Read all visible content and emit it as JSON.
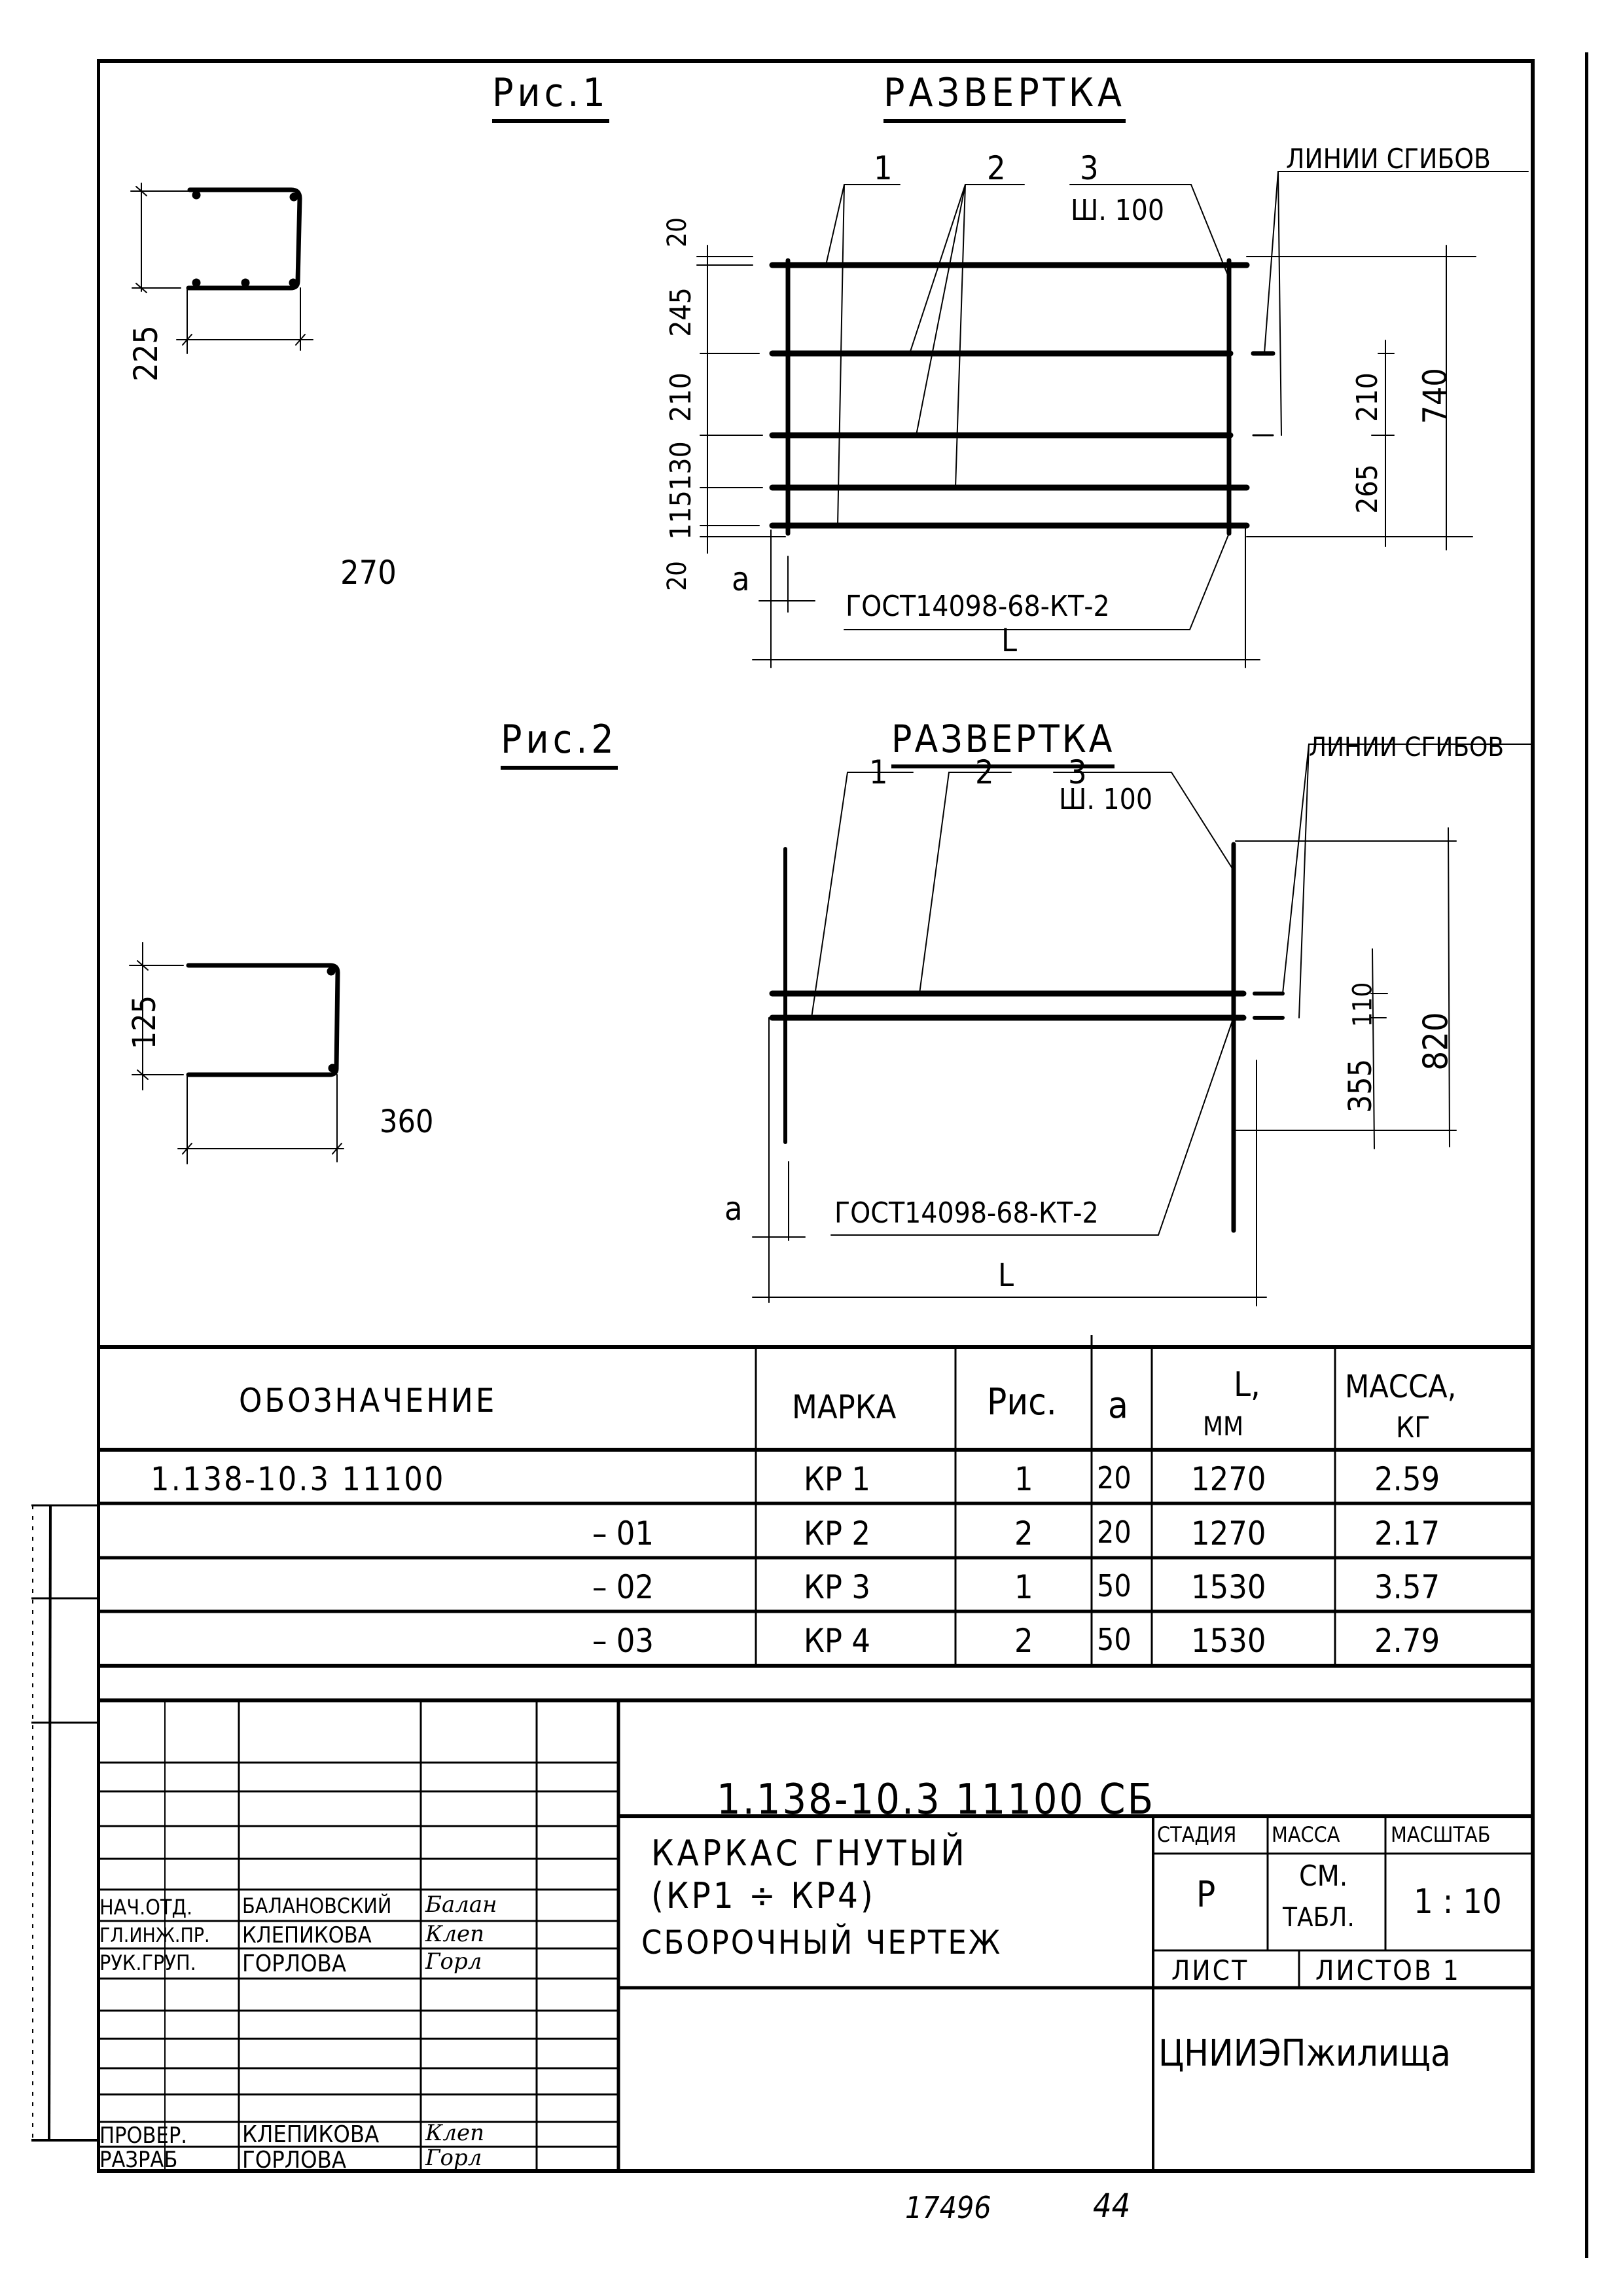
{
  "figure1": {
    "title": "Рис.1",
    "section_dims": {
      "height": "225",
      "width": "270"
    },
    "unfold": {
      "title": "РАЗВЕРТКА",
      "callouts": [
        "1",
        "2",
        "3"
      ],
      "pitch_label": "Ш. 100",
      "bend_lines_label": "ЛИНИИ СГИБОВ",
      "left_dims": [
        "20",
        "245",
        "210",
        "130",
        "115",
        "20"
      ],
      "right_dims": {
        "upper": "210",
        "lower": "265",
        "total": "740"
      },
      "a_label": "a",
      "weld_standard": "ГОСТ14098-68-КТ-2",
      "length_label": "L"
    }
  },
  "figure2": {
    "title": "Рис.2",
    "section_dims": {
      "height": "125",
      "width": "360"
    },
    "unfold": {
      "title": "РАЗВЕРТКА",
      "callouts": [
        "1",
        "2",
        "3"
      ],
      "pitch_label": "Ш. 100",
      "bend_lines_label": "ЛИНИИ СГИБОВ",
      "right_dims": {
        "upper": "110",
        "lower": "355",
        "total": "820"
      },
      "a_label": "a",
      "weld_standard": "ГОСТ14098-68-КТ-2",
      "length_label": "L"
    }
  },
  "spec_table": {
    "headers": {
      "designation": "ОБОЗНАЧЕНИЕ",
      "mark": "МАРКА",
      "fig": "Рис.",
      "a": "a",
      "length_top": "L,",
      "length_unit": "ММ",
      "mass_top": "МАССА,",
      "mass_unit": "КГ"
    },
    "rows": [
      {
        "designation": "1.138-10.3  11100",
        "mark": "КР 1",
        "fig": "1",
        "a": "20",
        "length": "1270",
        "mass": "2.59"
      },
      {
        "designation": "– 01",
        "mark": "КР 2",
        "fig": "2",
        "a": "20",
        "length": "1270",
        "mass": "2.17"
      },
      {
        "designation": "– 02",
        "mark": "КР 3",
        "fig": "1",
        "a": "50",
        "length": "1530",
        "mass": "3.57"
      },
      {
        "designation": "– 03",
        "mark": "КР 4",
        "fig": "2",
        "a": "50",
        "length": "1530",
        "mass": "2.79"
      }
    ]
  },
  "title_block": {
    "document_code": "1.138-10.3  11100  СБ",
    "name_line1": "КАРКАС  ГНУТЫЙ",
    "name_line2": "(КР1 ÷ КР4)",
    "name_line3": "СБОРОЧНЫЙ ЧЕРТЕЖ",
    "stage_label": "СТАДИЯ",
    "stage_value": "Р",
    "mass_label": "МАССА",
    "mass_value_line1": "СМ.",
    "mass_value_line2": "ТАБЛ.",
    "scale_label": "МАСШТАБ",
    "scale_value": "1 : 10",
    "sheet_label": "ЛИСТ",
    "sheets_label": "ЛИСТОВ 1",
    "organization": "ЦНИИЭПжилища",
    "signatures": [
      {
        "role": "НАЧ.ОТД.",
        "name": "БАЛАНОВСКИЙ",
        "sign": "Балан"
      },
      {
        "role": "ГЛ.ИНЖ.ПР.",
        "name": "КЛЕПИКОВА",
        "sign": "Клеп"
      },
      {
        "role": "РУК.ГРУП.",
        "name": "ГОРЛОВА",
        "sign": "Горл"
      },
      {
        "role": "ПРОВЕР.",
        "name": "КЛЕПИКОВА",
        "sign": "Клеп"
      },
      {
        "role": "РАЗРАБ",
        "name": "ГОРЛОВА",
        "sign": "Горл"
      }
    ]
  },
  "footer": {
    "inventory_number": "17496",
    "page_number": "44"
  }
}
